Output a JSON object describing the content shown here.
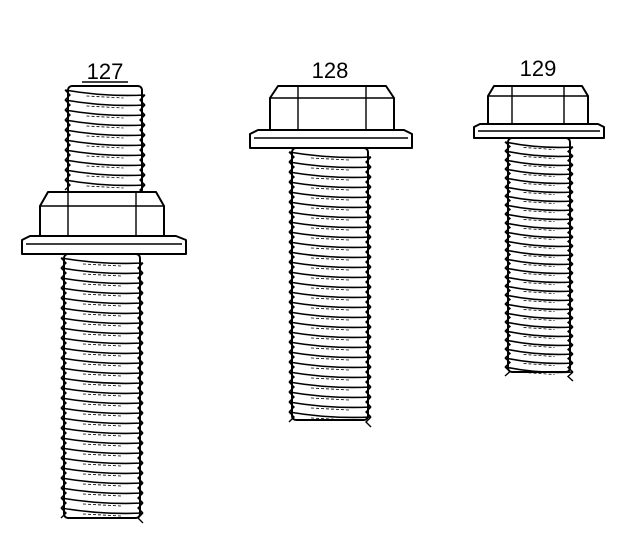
{
  "diagram": {
    "labels": [
      {
        "id": "bolt-127",
        "text": "127"
      },
      {
        "id": "bolt-128",
        "text": "128"
      },
      {
        "id": "bolt-129",
        "text": "129"
      }
    ]
  }
}
